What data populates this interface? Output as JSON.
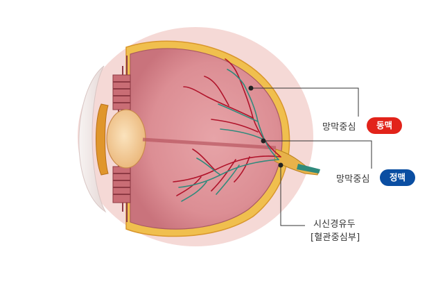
{
  "labels": {
    "artery": {
      "text": "망막중심",
      "badge": "동맥",
      "badge_color": "#e2231a"
    },
    "vein": {
      "text": "망막중심",
      "badge": "정맥",
      "badge_color": "#0a4ea2"
    },
    "optic_disc": {
      "line1": "시신경유두",
      "line2": "[혈관중심부]"
    }
  },
  "colors": {
    "retina": "#d9858c",
    "sclera": "#f2c9c4",
    "choroid_yellow": "#f2c14b",
    "lens": "#f4cf98",
    "iris": "#e0962c",
    "artery": "#b0132a",
    "vein": "#2f8a7c",
    "leader_line": "#333333"
  }
}
